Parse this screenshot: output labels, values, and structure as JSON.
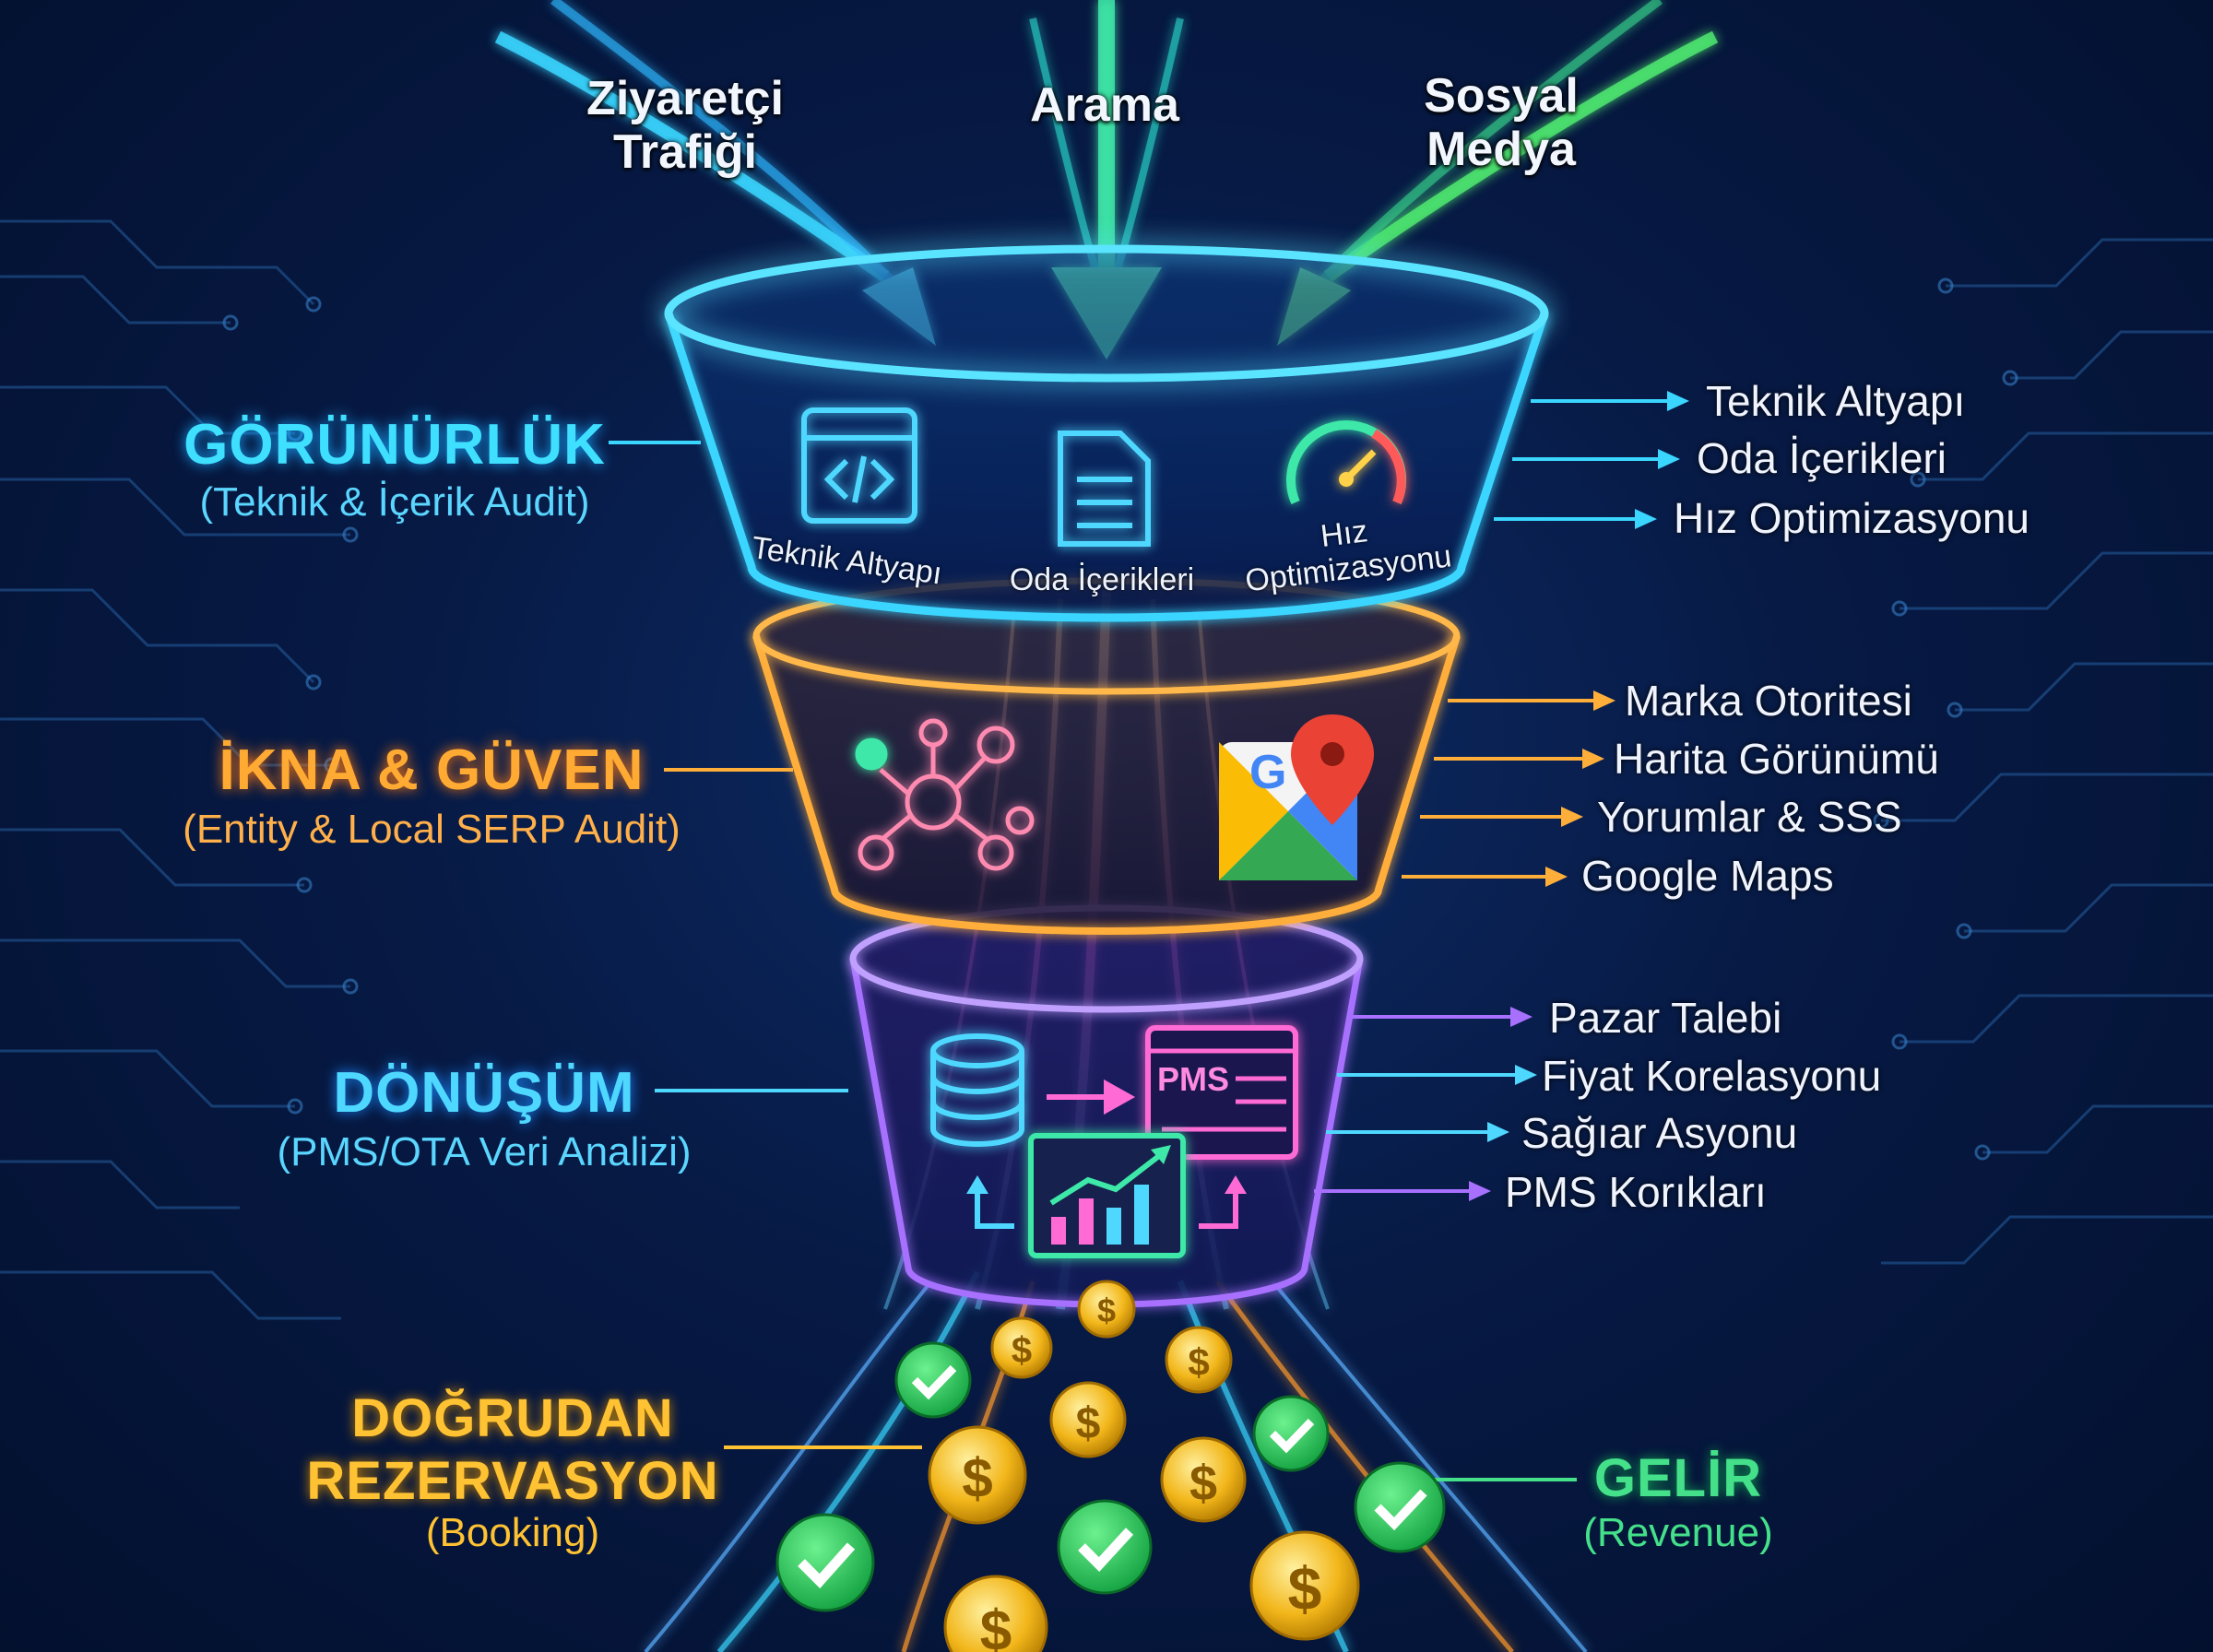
{
  "inputs": {
    "visitor_traffic": "Ziyaretçi\nTrafiği",
    "search": "Arama",
    "social_media": "Sosyal\nMedya"
  },
  "stages": {
    "visibility": {
      "title": "GÖRÜNÜRLÜK",
      "subtitle": "(Teknik & İçerik Audit)",
      "color": "#3fe0ff",
      "icon_captions": [
        "Teknik Altyapı",
        "Oda İçerikleri",
        "Hız\nOptimizasyonu"
      ],
      "outputs": [
        "Teknik Altyapı",
        "Oda İçerikleri",
        "Hız Optimizasyonu"
      ]
    },
    "persuasion": {
      "title": "İKNA & GÜVEN",
      "subtitle": "(Entity & Local SERP Audit)",
      "color": "#ffaa33",
      "outputs": [
        "Marka Otoritesi",
        "Harita Görünümü",
        "Yorumlar & SSS",
        "Google Maps"
      ]
    },
    "conversion": {
      "title": "DÖNÜŞÜM",
      "subtitle": "(PMS/OTA Veri Analizi)",
      "color": "#4fd8ff",
      "badge": "PMS",
      "outputs": [
        "Pazar Talebi",
        "Fiyat Korelasyonu",
        "Sağıar Asyonu",
        "PMS Korıkları"
      ]
    }
  },
  "results": {
    "booking": {
      "title_1": "DOĞRUDAN",
      "title_2": "REZERVASYON",
      "subtitle": "(Booking)",
      "color": "#ffc233"
    },
    "revenue": {
      "title": "GELİR",
      "subtitle": "(Revenue)",
      "color": "#44e08a"
    }
  },
  "icons": [
    "code-window-icon",
    "document-icon",
    "speedometer-icon",
    "network-people-icon",
    "google-maps-icon",
    "database-icon",
    "pms-dashboard-icon",
    "growth-chart-icon",
    "dollar-coin-icon",
    "check-badge-icon"
  ]
}
